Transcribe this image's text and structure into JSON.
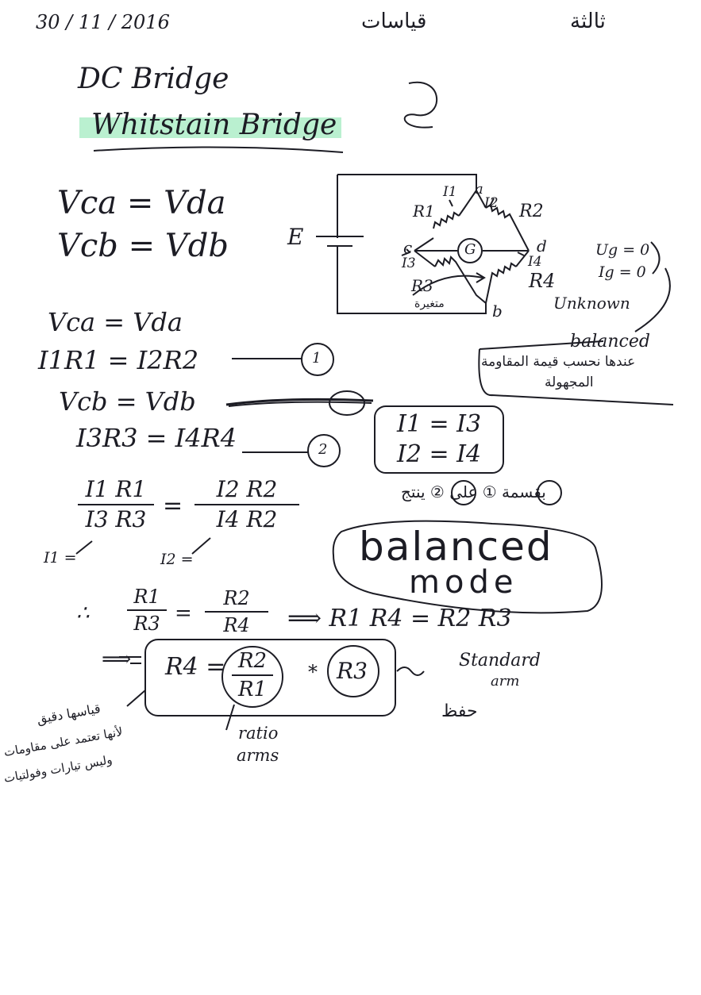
{
  "header": {
    "date": "30 / 11 / 2016",
    "subject": "قياسات",
    "level": "ثالثة"
  },
  "title": {
    "line1": "DC Bridge",
    "line2": "Whitstain Bridge"
  },
  "relations_top": {
    "eq1": "Vca = Vda",
    "eq2": "Vcb = Vdb"
  },
  "circuit": {
    "source": "E",
    "node_a": "a",
    "node_b": "b",
    "node_c": "c",
    "node_d": "d",
    "galvanometer": "G",
    "r1": "R1",
    "r2": "R2",
    "r3": "R3",
    "r4": "R4",
    "i1": "I1",
    "i2": "I2",
    "i3": "I3",
    "i4": "I4",
    "r3_note": "متغيرة",
    "r4_note": "Unknown"
  },
  "conditions": {
    "ug": "Ug = 0",
    "ig": "Ig = 0",
    "state": "balanced",
    "note_line1": "عندها نحسب قيمة المقاومة",
    "note_line2": "المجهولة"
  },
  "derivation": {
    "eq_vca": "Vca = Vda",
    "eq_i1r1": "I1R1 = I2R2",
    "mark1": "1",
    "eq_vcb": "Vcb = Vdb",
    "eq_i3r3": "I3R3 = I4R4",
    "mark2": "2",
    "box_l1": "I1 = I3",
    "box_l2": "I2 = I4",
    "divide_note": "بقسمة ① على ② ينتج",
    "frac_left_num": "I1 R1",
    "frac_left_den": "I3 R3",
    "frac_right_num": "I2 R2",
    "frac_right_den": "I4 R2",
    "equals": "=",
    "i1_note": "I1 =",
    "i2_note": "I2 ="
  },
  "balanced_mode": {
    "line1": "balanced",
    "line2": "mode"
  },
  "result": {
    "therefore": "∴",
    "r1": "R1",
    "r3": "R3",
    "r2": "R2",
    "r4": "R4",
    "product": "⟹ R1 R4 = R2 R3",
    "arrow": "⟹",
    "final_lhs": "R4 =",
    "final_num": "R2",
    "final_den": "R1",
    "times": "*",
    "final_r3": "R3",
    "standard_arm_1": "Standard",
    "standard_arm_2": "arm",
    "hifz": "حفظ",
    "ratio_1": "ratio",
    "ratio_2": "arms",
    "accuracy_1": "قياسها دقيق",
    "accuracy_2": "لأنها تعتمد على مقاومات",
    "accuracy_3": "وليس تيارات وفولتيات"
  }
}
